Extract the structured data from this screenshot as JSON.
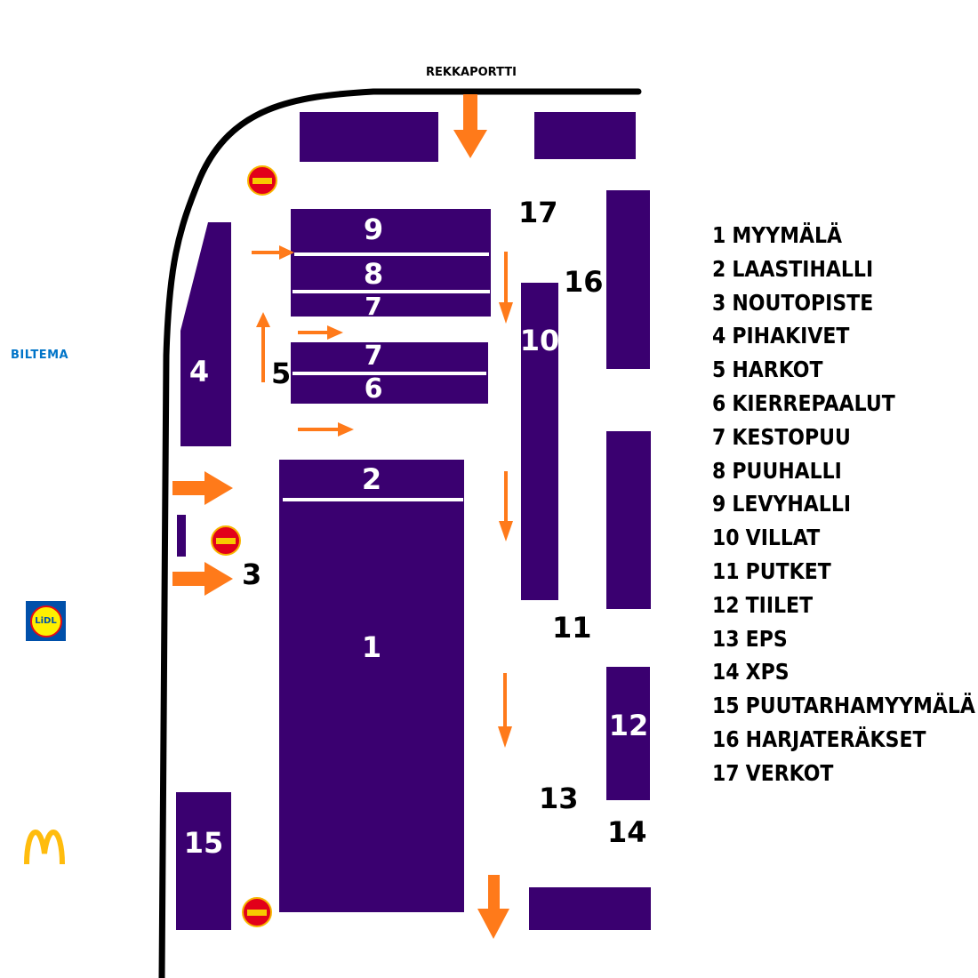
{
  "map": {
    "gate_label": "REKKAPORTTI",
    "building_labels": {
      "b1": "1",
      "b2": "2",
      "b4": "4",
      "b6": "6",
      "b7a": "7",
      "b7b": "7",
      "b8": "8",
      "b9": "9",
      "b10": "10",
      "b12": "12",
      "b15": "15"
    },
    "outdoor_labels": {
      "o3": "3",
      "o5": "5",
      "o11": "11",
      "o13": "13",
      "o14": "14",
      "o16": "16",
      "o17": "17"
    },
    "legend": [
      {
        "num": "1",
        "name": "MYYMÄLÄ"
      },
      {
        "num": "2",
        "name": "LAASTIHALLI"
      },
      {
        "num": "3",
        "name": "NOUTOPISTE"
      },
      {
        "num": "4",
        "name": "PIHAKIVET"
      },
      {
        "num": "5",
        "name": "HARKOT"
      },
      {
        "num": "6",
        "name": "KIERREPAALUT"
      },
      {
        "num": "7",
        "name": "KESTOPUU"
      },
      {
        "num": "8",
        "name": "PUUHALLI"
      },
      {
        "num": "9",
        "name": "LEVYHALLI"
      },
      {
        "num": "10",
        "name": "VILLAT"
      },
      {
        "num": "11",
        "name": "PUTKET"
      },
      {
        "num": "12",
        "name": "TIILET"
      },
      {
        "num": "13",
        "name": "EPS"
      },
      {
        "num": "14",
        "name": "XPS"
      },
      {
        "num": "15",
        "name": "PUUTARHAMYYMÄLÄ"
      },
      {
        "num": "16",
        "name": "HARJATERÄKSET"
      },
      {
        "num": "17",
        "name": "VERKOT"
      }
    ],
    "brands": {
      "biltema": "BILTEMA",
      "lidl": "LiDL"
    },
    "colors": {
      "building": "#3a0070",
      "arrow": "#ff7a1a",
      "road": "#000000",
      "label_on_building": "#ffffff"
    },
    "icons": [
      "no-entry-icon",
      "arrow-icon",
      "mcdonalds-logo-icon"
    ]
  }
}
